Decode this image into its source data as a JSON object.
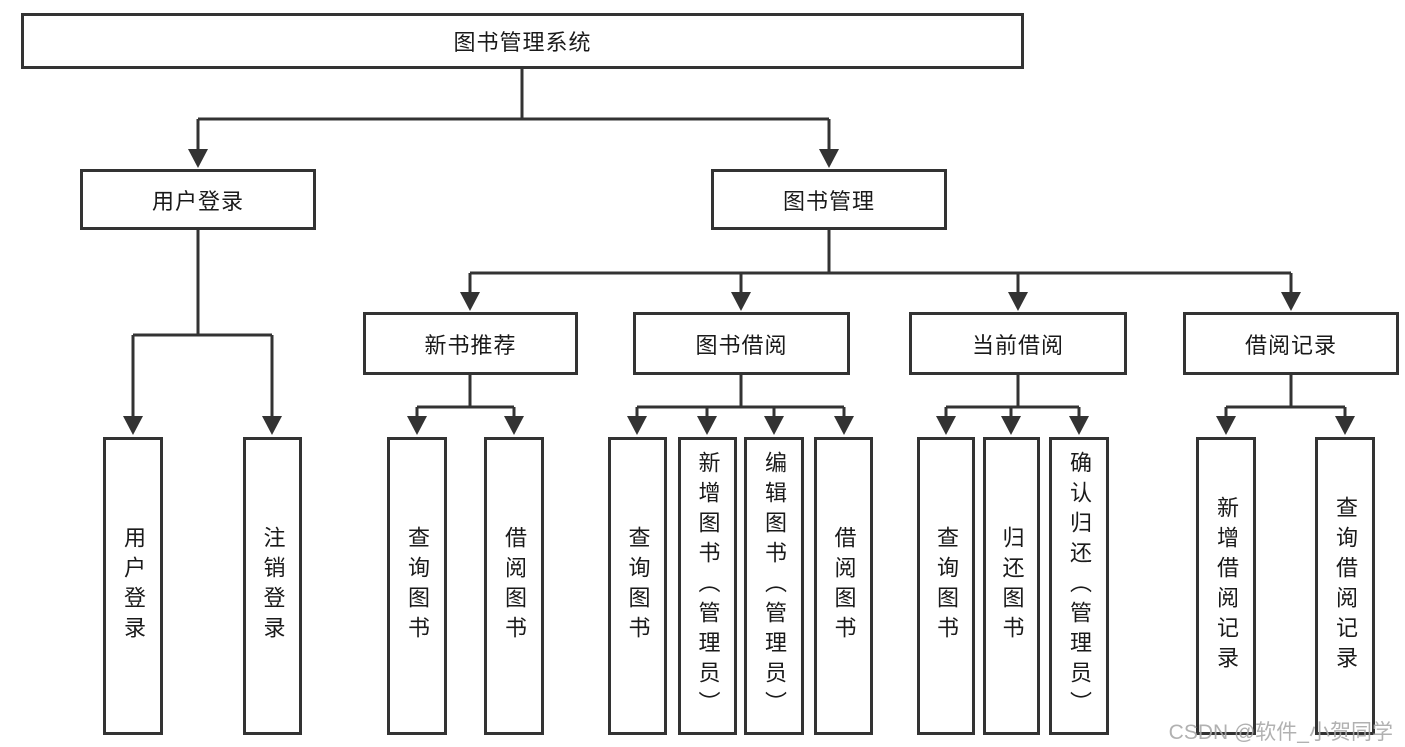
{
  "diagram": {
    "root": "图书管理系统",
    "level1": [
      {
        "label": "用户登录",
        "children": [
          "用户登录",
          "注销登录"
        ]
      },
      {
        "label": "图书管理",
        "children": [
          {
            "label": "新书推荐",
            "children": [
              "查询图书",
              "借阅图书"
            ]
          },
          {
            "label": "图书借阅",
            "children": [
              "查询图书",
              "新增图书（管理员）",
              "编辑图书（管理员）",
              "借阅图书"
            ]
          },
          {
            "label": "当前借阅",
            "children": [
              "查询图书",
              "归还图书",
              "确认归还（管理员）"
            ]
          },
          {
            "label": "借阅记录",
            "children": [
              "新增借阅记录",
              "查询借阅记录"
            ]
          }
        ]
      }
    ]
  },
  "watermark": {
    "text": "CSDN @软件_小贺同学",
    "color": "#a8a8a8"
  },
  "colors": {
    "line": "#333333",
    "box_border": "#333333",
    "text": "#1a1a1a",
    "background": "#ffffff"
  }
}
